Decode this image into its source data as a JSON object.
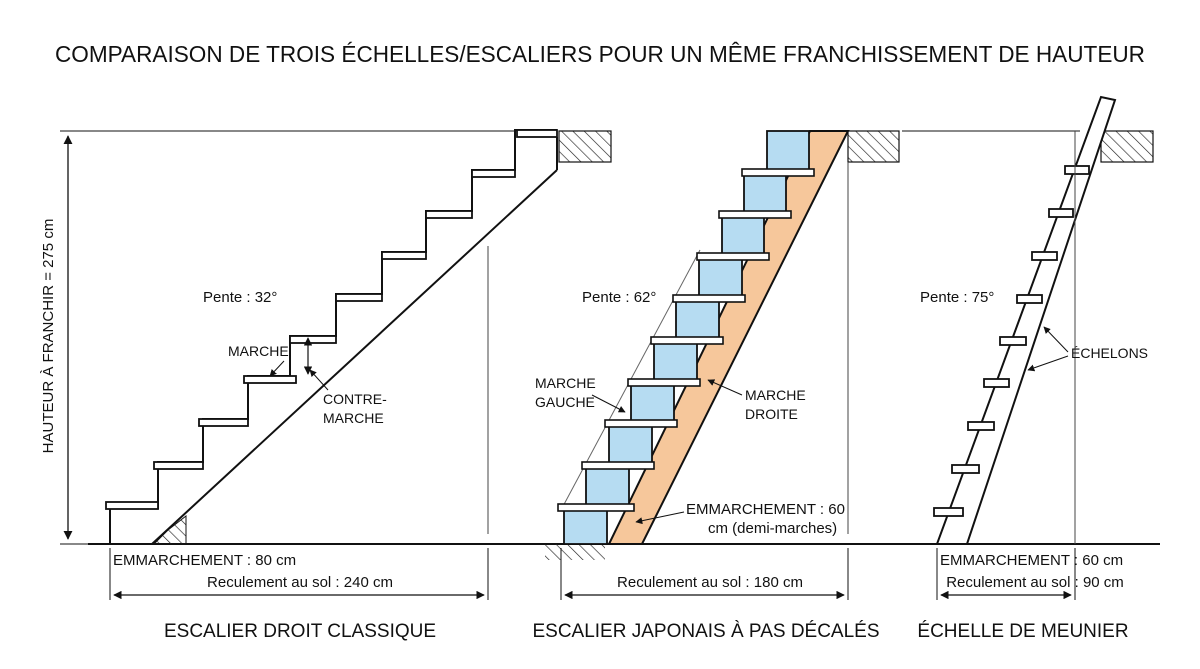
{
  "title": "COMPARAISON DE TROIS ÉCHELLES/ESCALIERS POUR UN MÊME FRANCHISSEMENT DE HAUTEUR",
  "height_label": "HAUTEUR À FRANCHIR = 275 cm",
  "colors": {
    "line": "#111111",
    "hatch": "#222222",
    "step_blue": "#b6dcf2",
    "stringer_orange": "#f6c79b"
  },
  "panels": [
    {
      "name": "ESCALIER DROIT CLASSIQUE",
      "slope": "Pente : 32°",
      "labels": {
        "tread": "MARCHE",
        "riser_1": "CONTRE-",
        "riser_2": "MARCHE"
      },
      "width": "EMMARCHEMENT : 80 cm",
      "run": "Reculement au sol : 240 cm"
    },
    {
      "name": "ESCALIER JAPONAIS À PAS DÉCALÉS",
      "slope": "Pente : 62°",
      "labels": {
        "left_1": "MARCHE",
        "left_2": "GAUCHE",
        "right_1": "MARCHE",
        "right_2": "DROITE"
      },
      "width_1": "EMMARCHEMENT : 60",
      "width_2": "cm (demi-marches)",
      "run": "Reculement au sol : 180 cm"
    },
    {
      "name": "ÉCHELLE DE MEUNIER",
      "slope": "Pente : 75°",
      "labels": {
        "rungs": "ÉCHELONS"
      },
      "width": "EMMARCHEMENT : 60 cm",
      "run": "Reculement au sol : 90 cm"
    }
  ]
}
